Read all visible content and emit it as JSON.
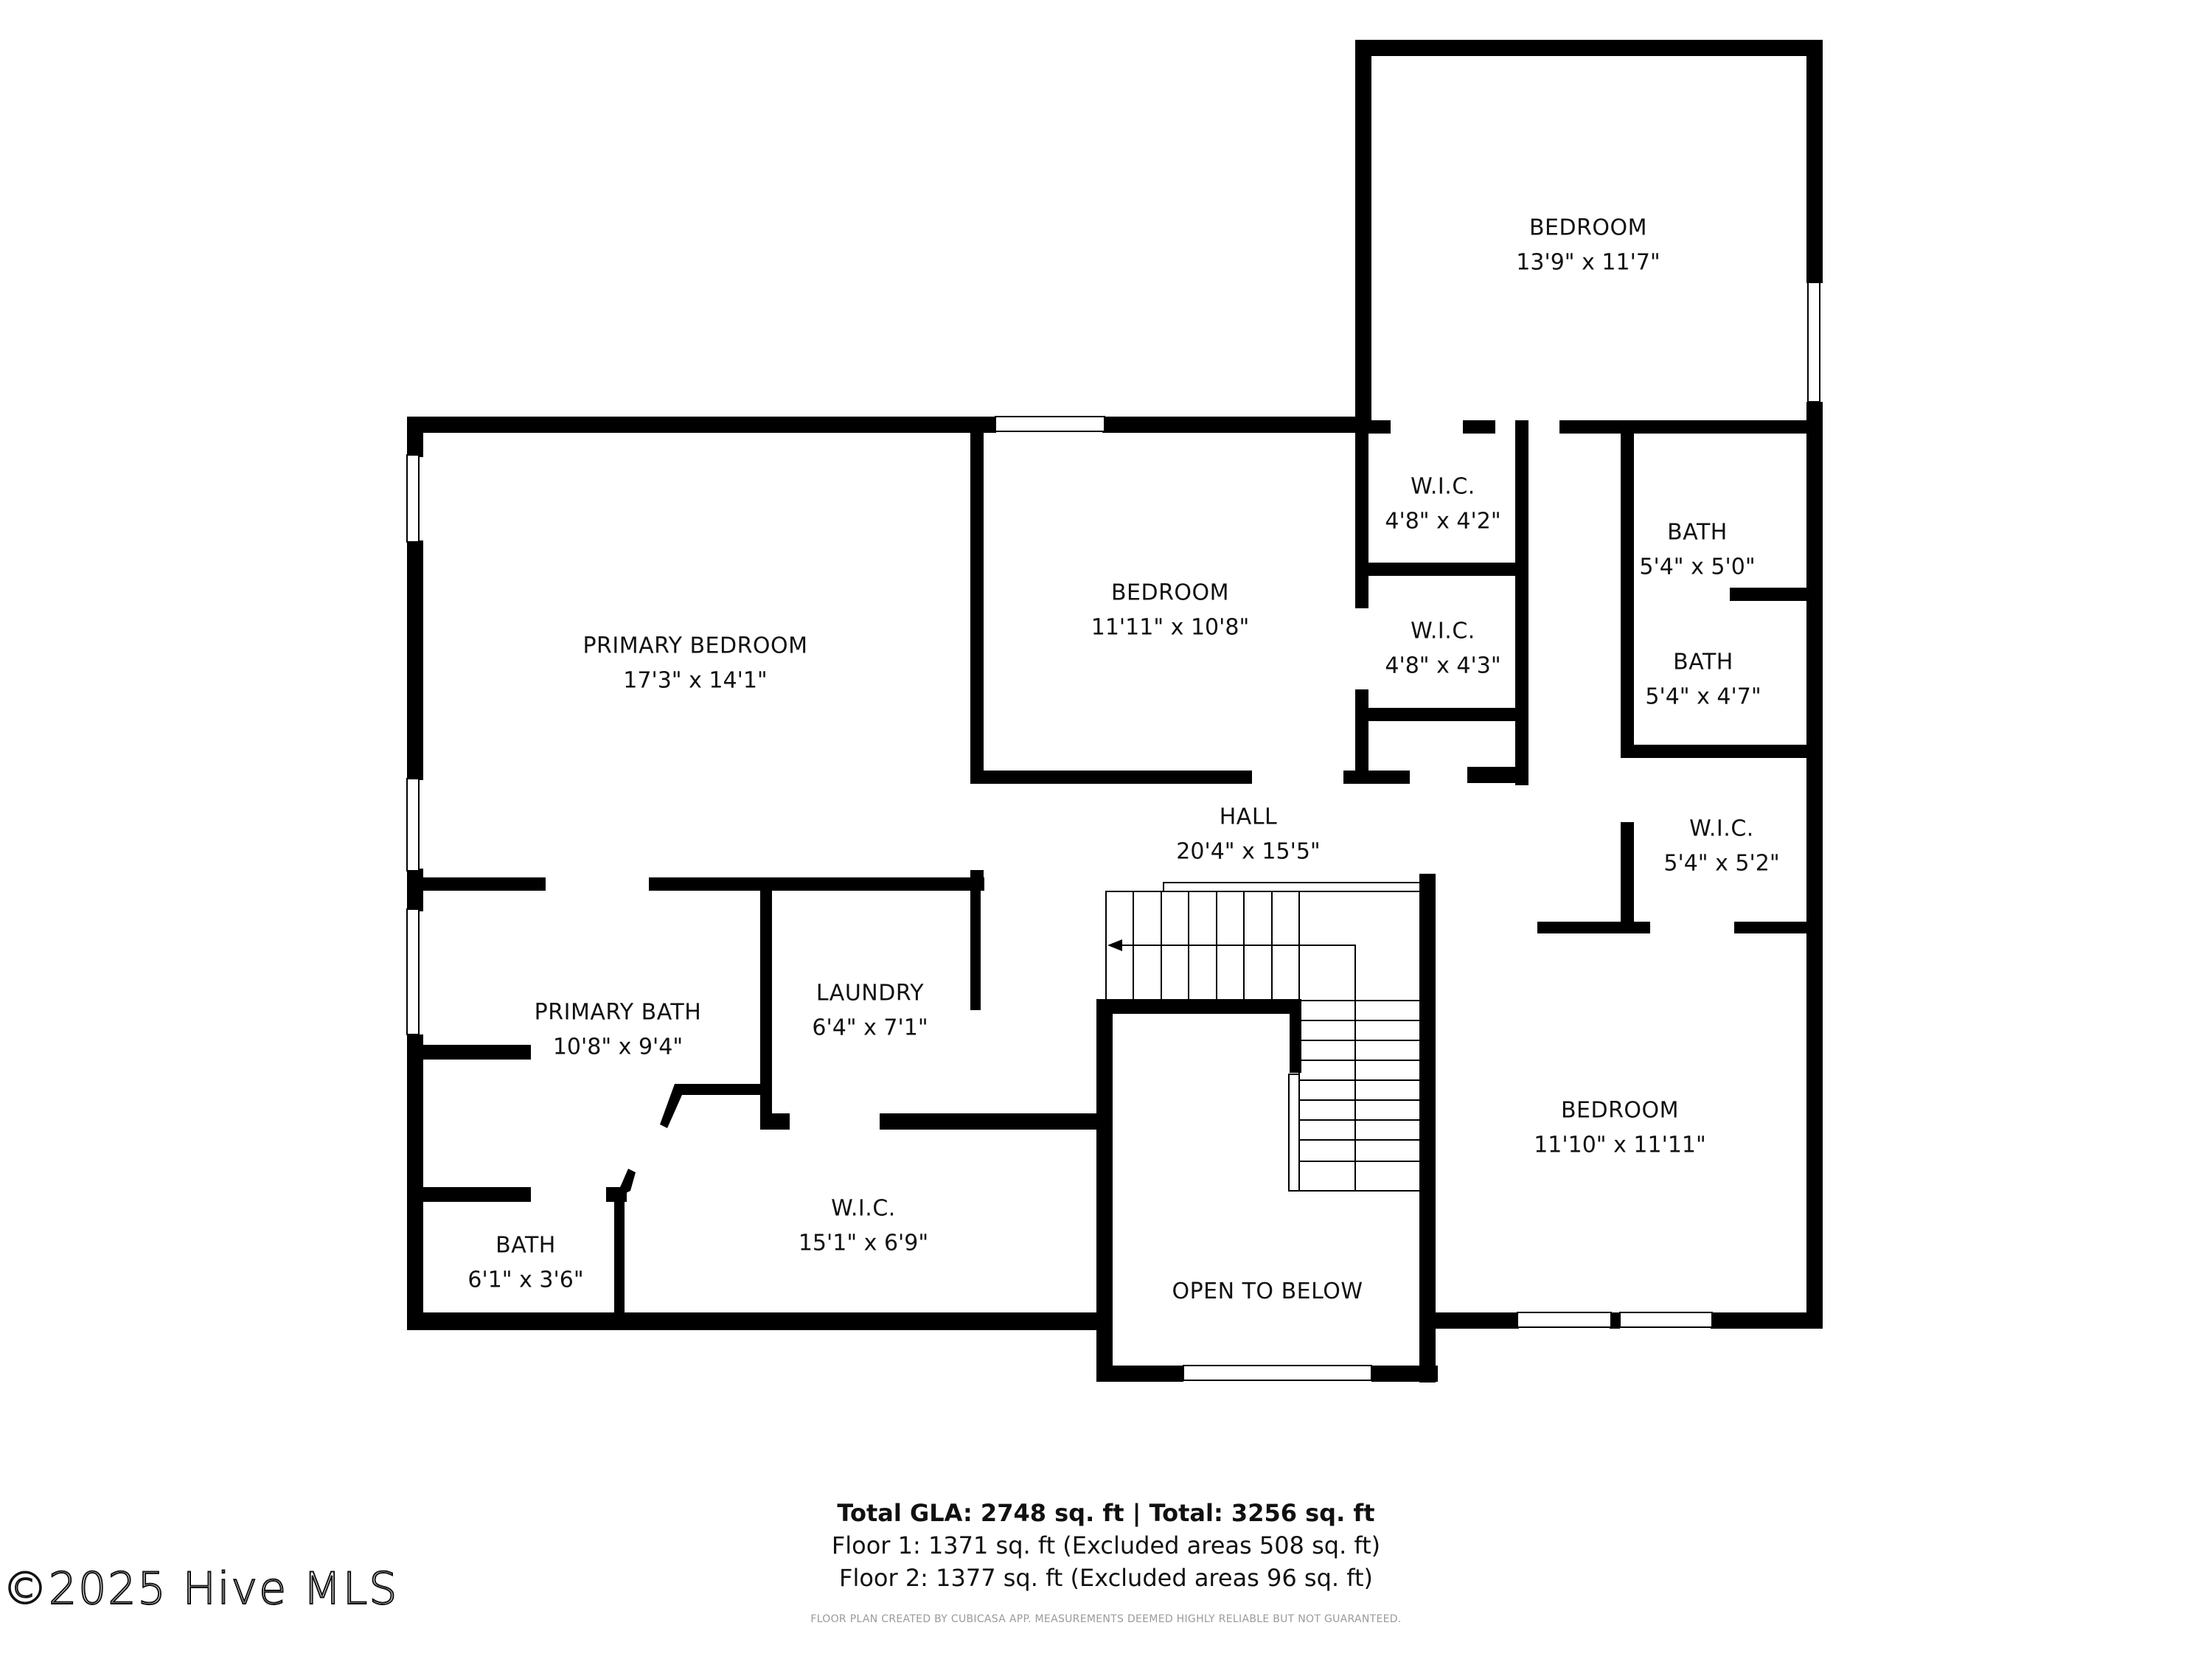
{
  "plan": {
    "rooms": [
      {
        "id": "bedroom-north",
        "name": "BEDROOM",
        "dims": "13'9\" x 11'7\""
      },
      {
        "id": "primary-bedroom",
        "name": "PRIMARY BEDROOM",
        "dims": "17'3\" x 14'1\""
      },
      {
        "id": "bedroom-middle",
        "name": "BEDROOM",
        "dims": "11'11\" x 10'8\""
      },
      {
        "id": "wic-1",
        "name": "W.I.C.",
        "dims": "4'8\" x 4'2\""
      },
      {
        "id": "wic-2",
        "name": "W.I.C.",
        "dims": "4'8\" x 4'3\""
      },
      {
        "id": "bath-1",
        "name": "BATH",
        "dims": "5'4\" x 5'0\""
      },
      {
        "id": "bath-2",
        "name": "BATH",
        "dims": "5'4\" x 4'7\""
      },
      {
        "id": "wic-3",
        "name": "W.I.C.",
        "dims": "5'4\" x 5'2\""
      },
      {
        "id": "hall",
        "name": "HALL",
        "dims": "20'4\" x 15'5\""
      },
      {
        "id": "primary-bath",
        "name": "PRIMARY BATH",
        "dims": "10'8\" x 9'4\""
      },
      {
        "id": "laundry",
        "name": "LAUNDRY",
        "dims": "6'4\" x 7'1\""
      },
      {
        "id": "bedroom-southeast",
        "name": "BEDROOM",
        "dims": "11'10\" x 11'11\""
      },
      {
        "id": "bath-small",
        "name": "BATH",
        "dims": "6'1\" x 3'6\""
      },
      {
        "id": "wic-primary",
        "name": "W.I.C.",
        "dims": "15'1\" x 6'9\""
      },
      {
        "id": "open-to-below",
        "name": "OPEN TO BELOW",
        "dims": ""
      }
    ]
  },
  "summary": {
    "total": "Total GLA: 2748 sq. ft | Total: 3256 sq. ft",
    "floor1": "Floor 1: 1371 sq. ft (Excluded areas 508 sq. ft)",
    "floor2": "Floor 2: 1377 sq. ft (Excluded areas 96 sq. ft)"
  },
  "disclaimer": "FLOOR PLAN CREATED BY CUBICASA APP. MEASUREMENTS DEEMED HIGHLY RELIABLE BUT NOT GUARANTEED.",
  "watermark": "©2025 Hive MLS",
  "colors": {
    "wall": "#000000",
    "background": "#ffffff",
    "disclaimer": "#9a9a9a"
  }
}
